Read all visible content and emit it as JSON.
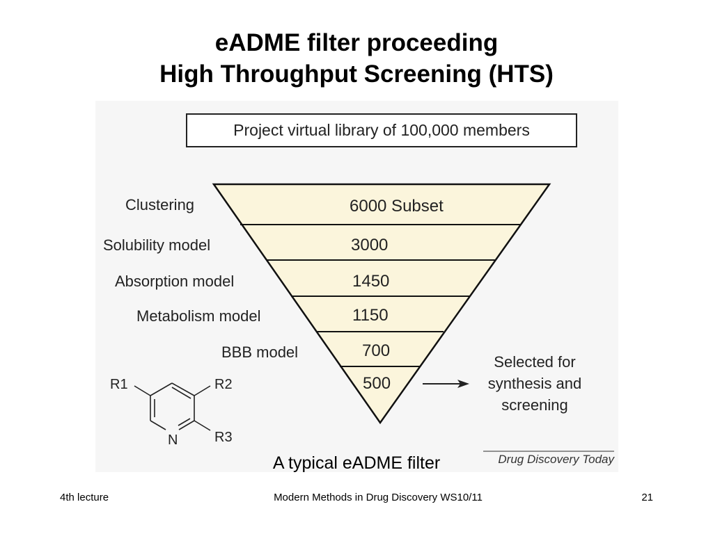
{
  "title_line1": "eADME filter proceeding",
  "title_line2": "High Throughput Screening (HTS)",
  "figure": {
    "library_box": "Project virtual library of 100,000 members",
    "funnel_levels": [
      {
        "label": "Clustering",
        "value": "6000 Subset"
      },
      {
        "label": "Solubility model",
        "value": "3000"
      },
      {
        "label": "Absorption model",
        "value": "1450"
      },
      {
        "label": "Metabolism model",
        "value": "1150"
      },
      {
        "label": "BBB model",
        "value": "700"
      },
      {
        "label": "",
        "value": "500"
      }
    ],
    "outcome": [
      "Selected for",
      "synthesis and",
      "screening"
    ],
    "molecule_labels": {
      "r1": "R1",
      "r2": "R2",
      "r3": "R3",
      "n": "N"
    },
    "source": "Drug Discovery Today",
    "colors": {
      "funnel_fill": "#fbf5dc",
      "stroke": "#111111"
    }
  },
  "caption": "A typical eADME filter",
  "footer": {
    "left": "4th lecture",
    "center": "Modern Methods in Drug Discovery WS10/11",
    "right": "21"
  }
}
